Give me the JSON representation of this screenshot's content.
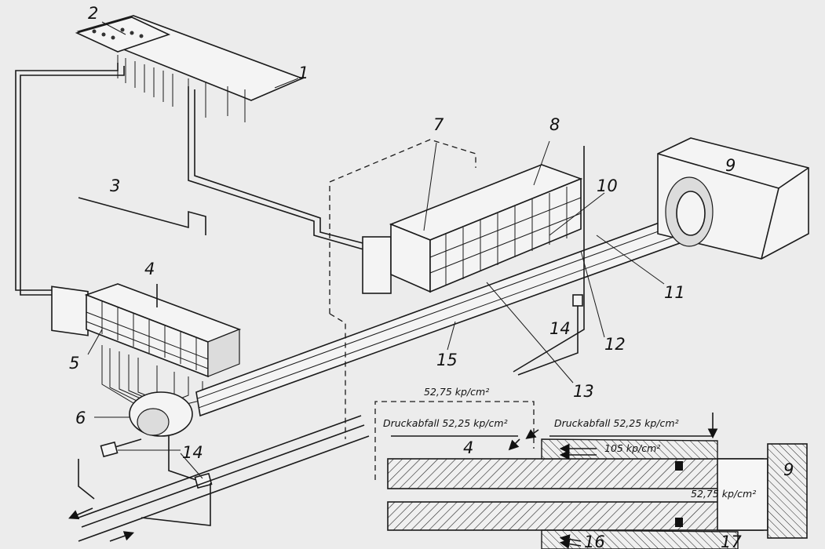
{
  "labels": {
    "n1": "1",
    "n2": "2",
    "n3": "3",
    "n4": "4",
    "n5": "5",
    "n6": "6",
    "n7": "7",
    "n8": "8",
    "n9": "9",
    "n10": "10",
    "n11": "11",
    "n12": "12",
    "n13": "13",
    "n14a": "14",
    "n14b": "14",
    "n15": "15",
    "n16": "16",
    "n17": "17",
    "detail_4": "4",
    "detail_9": "9"
  },
  "annotations": {
    "pressure_top": "52,75 kp/cm²",
    "drop_left": "Druckabfall 52,25 kp/cm²",
    "drop_right": "Druckabfall 52,25 kp/cm²",
    "supply": "105 kp/cm²",
    "chamber": "52,75 kp/cm²"
  }
}
